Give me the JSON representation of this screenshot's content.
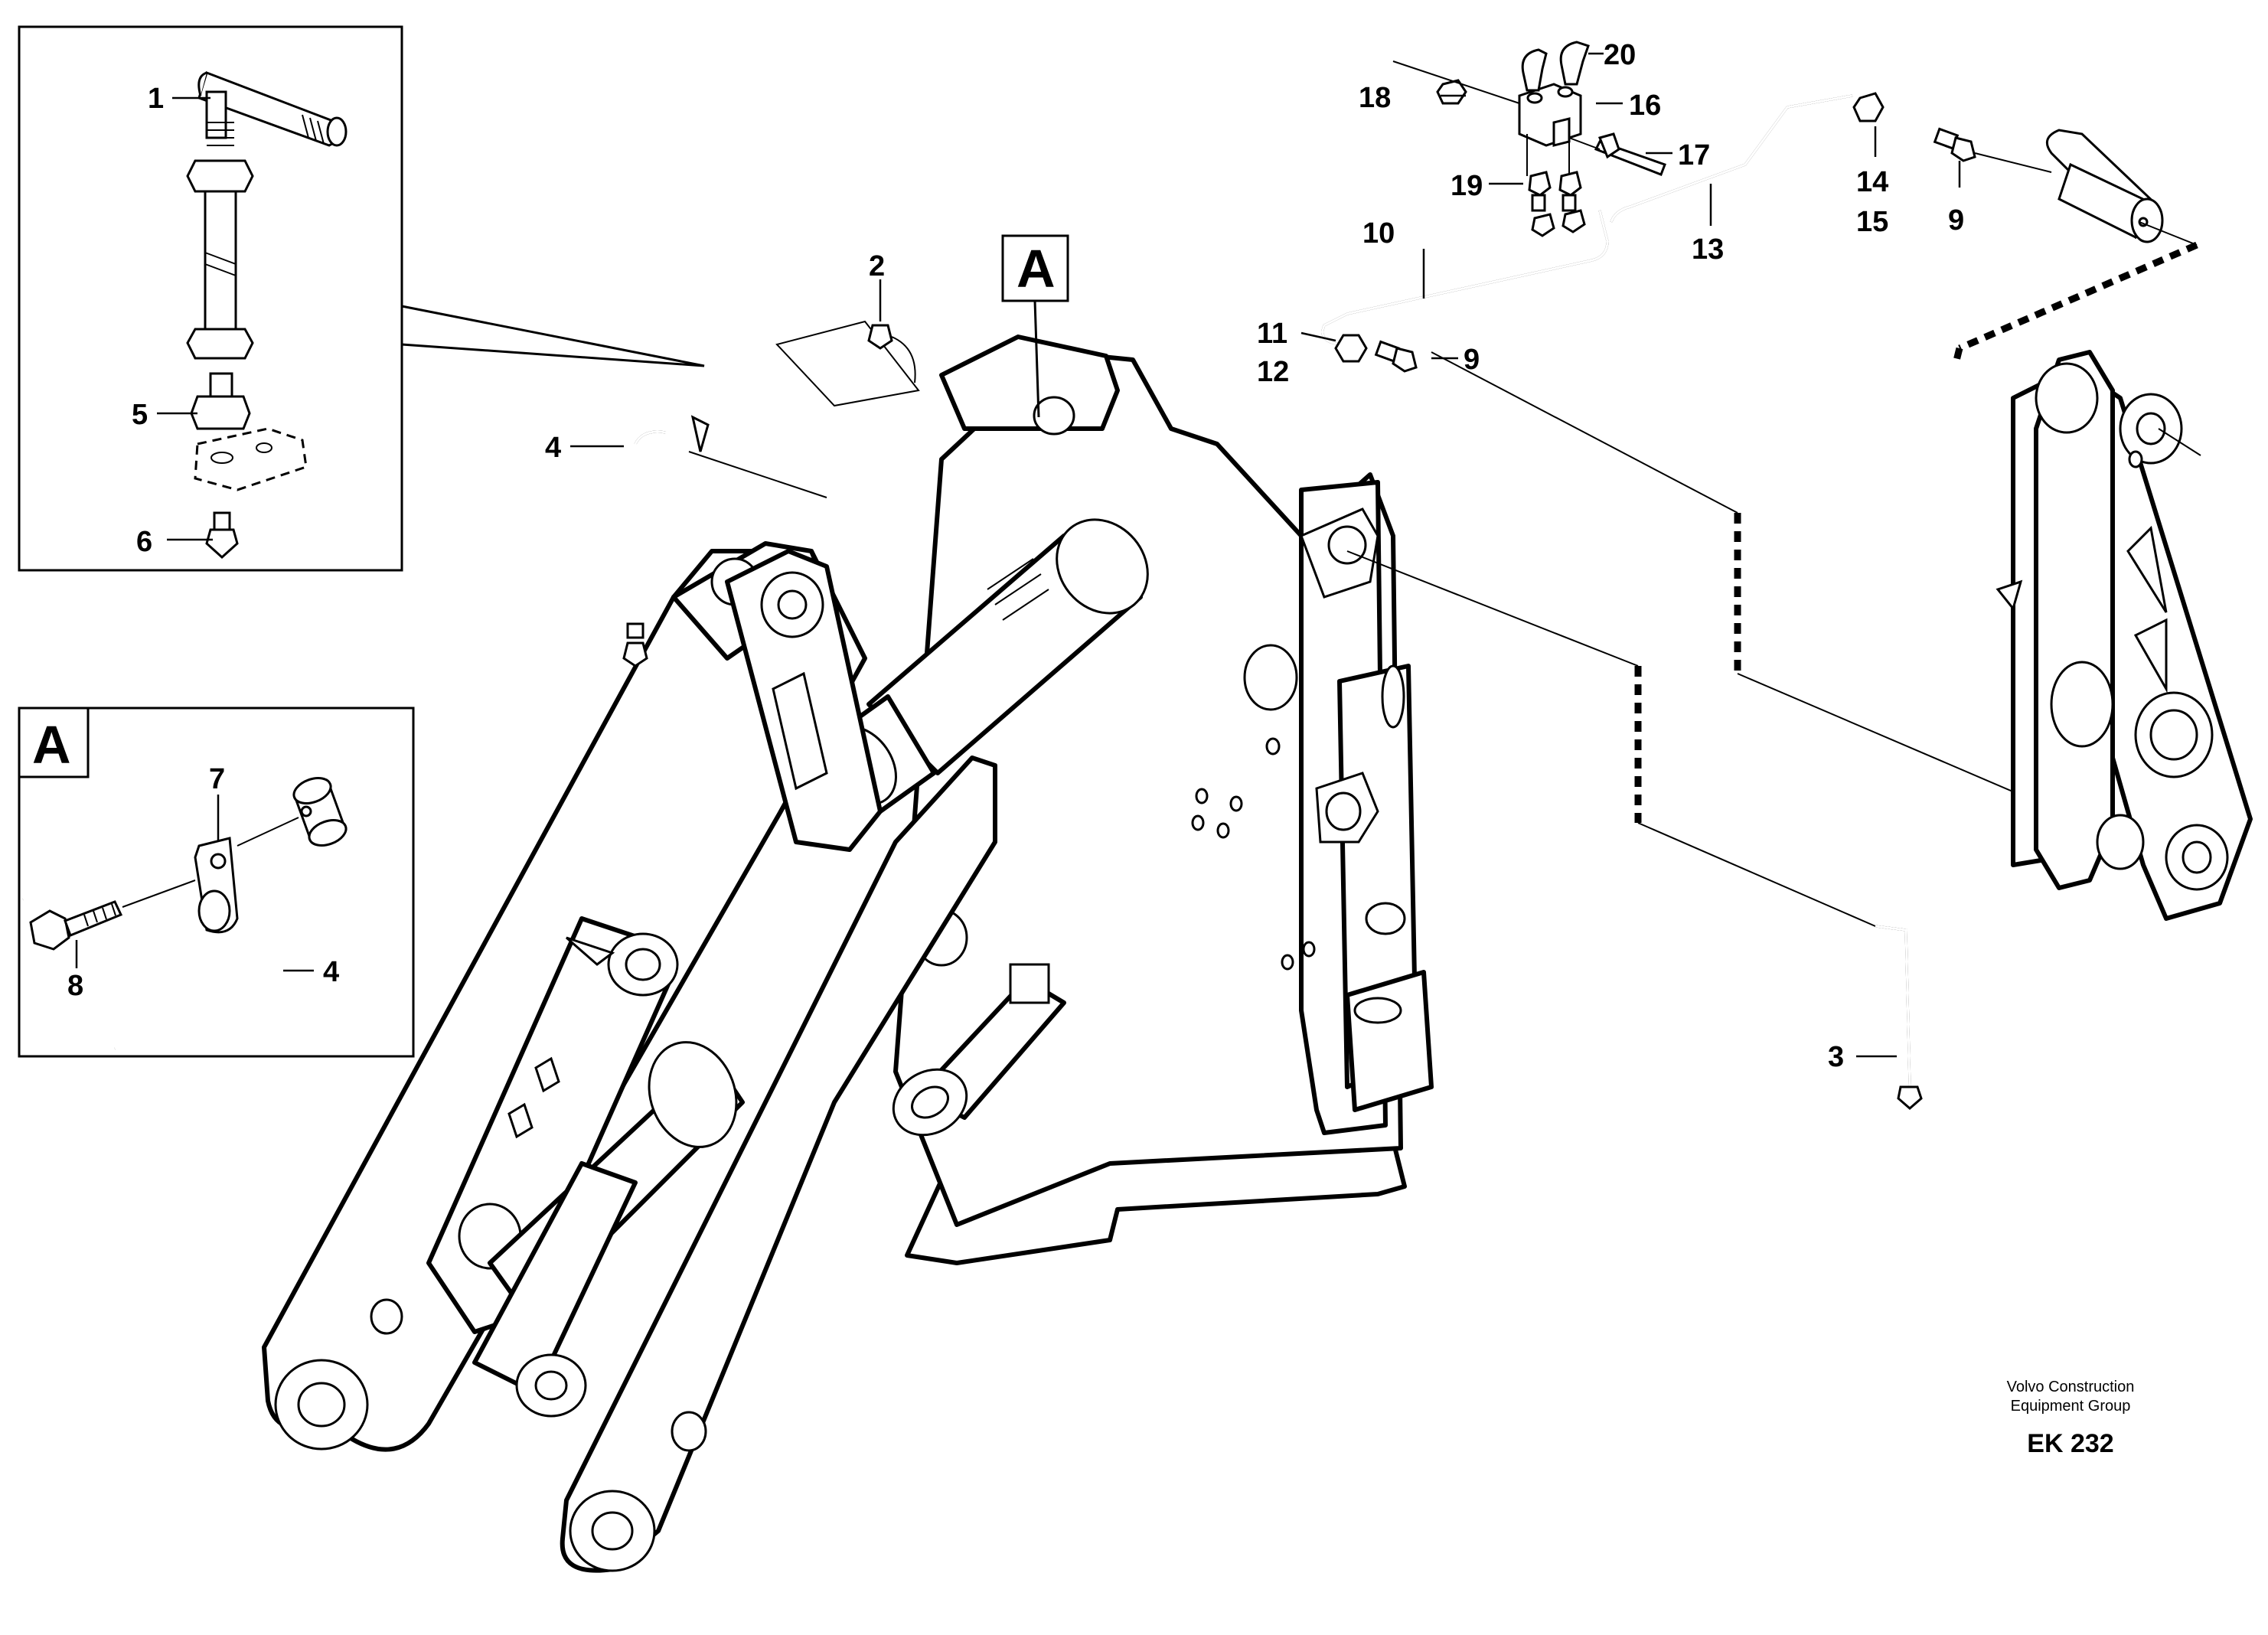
{
  "diagram": {
    "detail_label": "A",
    "detail_pointer_label": "A",
    "callouts": {
      "c1": "1",
      "c2": "2",
      "c3": "3",
      "c4_left": "4",
      "c4_detail": "4",
      "c5": "5",
      "c6": "6",
      "c7": "7",
      "c8": "8",
      "c9_upper": "9",
      "c9_lower": "9",
      "c10": "10",
      "c11": "11",
      "c12": "12",
      "c13": "13",
      "c14": "14",
      "c15": "15",
      "c16": "16",
      "c17": "17",
      "c18": "18",
      "c19": "19",
      "c20": "20"
    }
  },
  "footer": {
    "company_line1": "Volvo Construction",
    "company_line2": "Equipment Group",
    "drawing_code": "EK 232"
  }
}
